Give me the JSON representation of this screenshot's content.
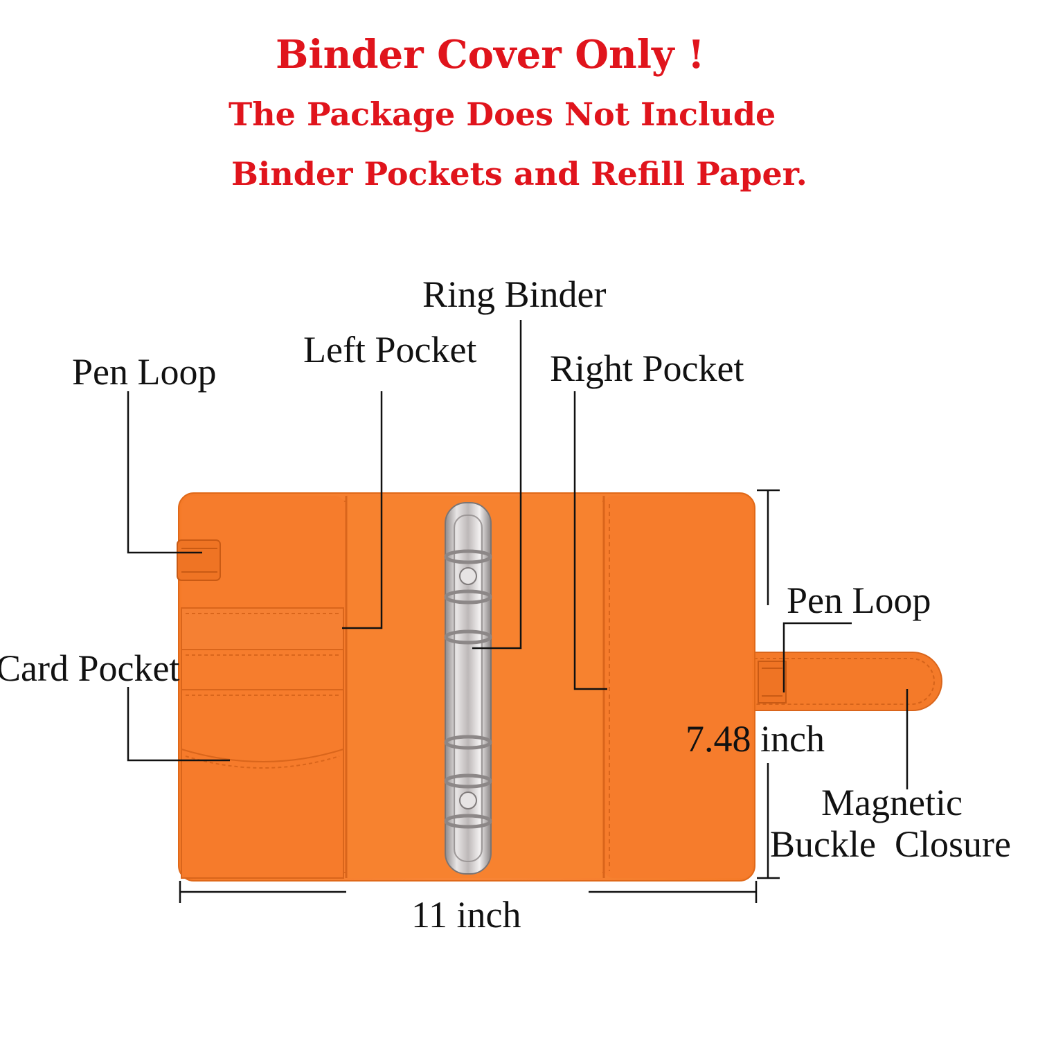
{
  "notice": {
    "line1": "Binder Cover Only !",
    "line2": "The Package Does Not Include",
    "line3": "Binder Pockets and Refill Paper."
  },
  "labels": {
    "ring_binder": "Ring Binder",
    "left_pocket": "Left Pocket",
    "right_pocket": "Right Pocket",
    "pen_loop_left": "Pen Loop",
    "pen_loop_right": "Pen Loop",
    "card_pocket": "Card Pocket",
    "magnetic_line1": "Magnetic",
    "magnetic_line2": "Buckle  Closure"
  },
  "dimensions": {
    "height": "7.48 inch",
    "width": "11 inch"
  },
  "colors": {
    "notice_text": "#e0141c",
    "cover": "#f7802f",
    "cover_dark": "#e86c1c",
    "ring_metal": "#c9c4c4"
  }
}
